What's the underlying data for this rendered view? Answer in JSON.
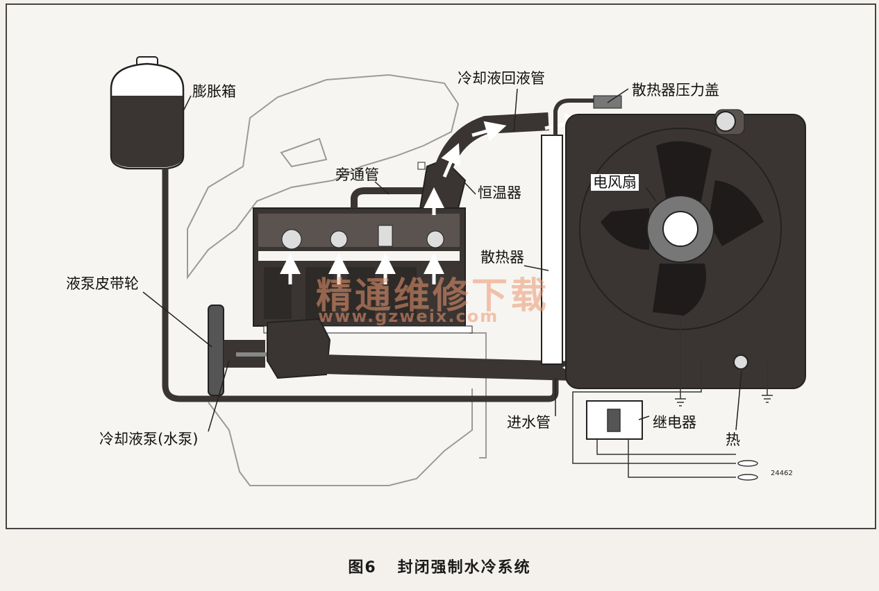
{
  "labels": {
    "expansion_tank": "膨胀箱",
    "return_pipe": "冷却液回液管",
    "radiator_cap": "散热器压力盖",
    "bypass_pipe": "旁通管",
    "thermostat": "恒温器",
    "electric_fan": "电风扇",
    "radiator": "散热器",
    "pump_pulley": "液泵皮带轮",
    "inlet_pipe": "进水管",
    "relay": "继电器",
    "thermo_switch": "热",
    "coolant_pump": "冷却液泵(水泵)",
    "figure_code": "24462"
  },
  "watermark": {
    "main": "精通维修下载",
    "url": "www.gzweix.com"
  },
  "caption": {
    "number": "图6",
    "title": "封闭强制水冷系统"
  },
  "colors": {
    "background": "#f7f5f1",
    "ink": "#1a1a1a",
    "dark_fill": "#3a3533",
    "engine_outline": "#9a9a9a",
    "watermark": "#eb966e"
  }
}
